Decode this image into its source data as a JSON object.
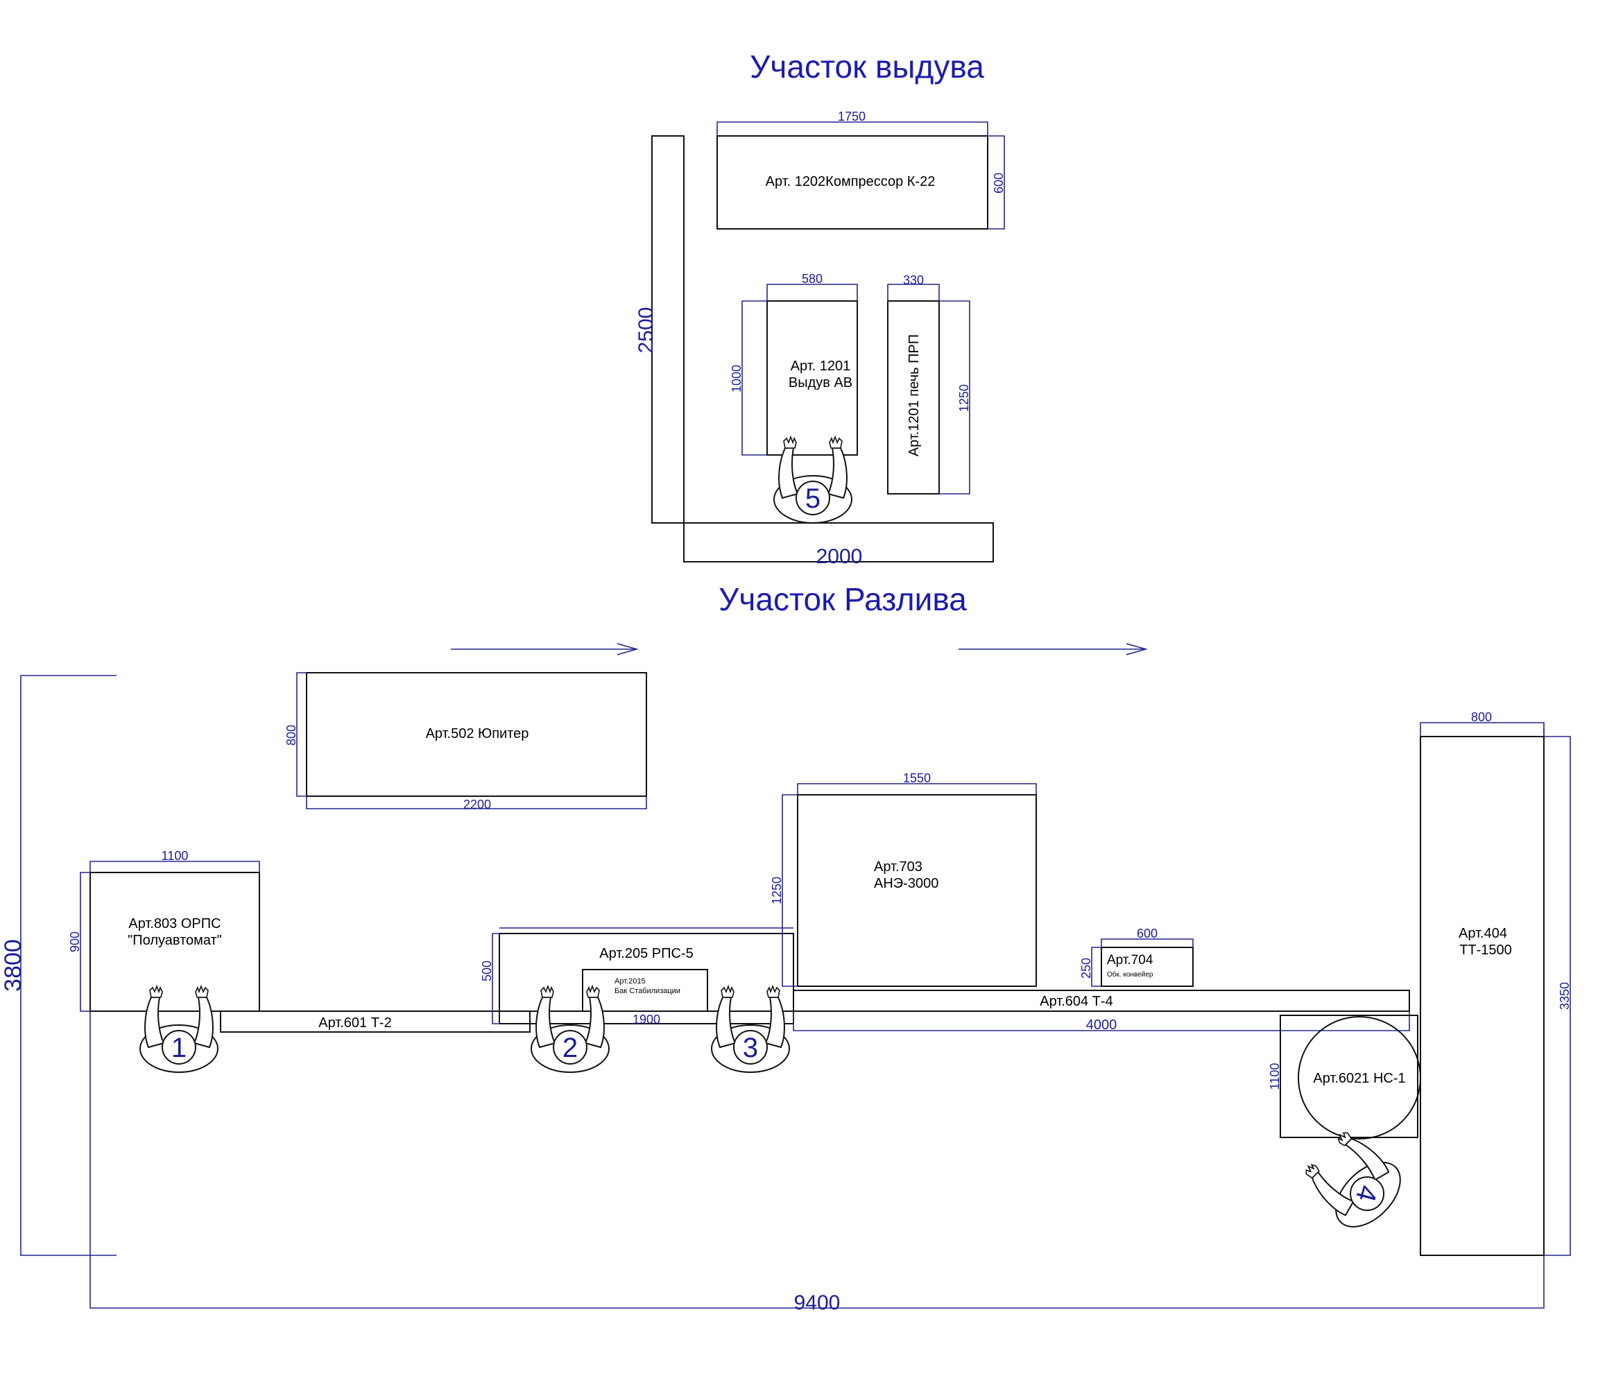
{
  "titles": {
    "blowing": "Участок выдува",
    "filling": "Участок Разлива"
  },
  "equipment": {
    "compressor": "Арт. 1202Компрессор К-22",
    "blow_line1": "Арт. 1201",
    "blow_line2": "Выдув АВ",
    "oven": "Арт.1201 печь ПРП",
    "jupiter": "Арт.502 Юпитер",
    "orps_line1": "Арт.803 ОРПС",
    "orps_line2": "\"Полуавтомат\"",
    "t2": "Арт.601 Т-2",
    "rps": "Арт.205 РПС-5",
    "tank_line1": "Арт.2015",
    "tank_line2": "Бак Стабилизации",
    "ane_line1": "Арт.703",
    "ane_line2": "АНЭ-3000",
    "obk_line1": "Арт.704",
    "obk_line2": "Обк. конвейер",
    "t4": "Арт.604 Т-4",
    "tt_line1": "Арт.404",
    "tt_line2": "ТТ-1500",
    "ns": "Арт.6021 НС-1"
  },
  "dimensions": {
    "d1750": "1750",
    "d600a": "600",
    "d2500": "2500",
    "d580": "580",
    "d330": "330",
    "d1000": "1000",
    "d1250a": "1250",
    "d2000": "2000",
    "d800a": "800",
    "d2200": "2200",
    "d1100a": "1100",
    "d900": "900",
    "d500": "500",
    "d1900": "1900",
    "d1550": "1550",
    "d1250b": "1250",
    "d600b": "600",
    "d250": "250",
    "d4000": "4000",
    "d800b": "800",
    "d3350": "3350",
    "d1100b": "1100",
    "d3800": "3800",
    "d9400": "9400"
  },
  "workers": [
    "1",
    "2",
    "3",
    "4",
    "5"
  ]
}
